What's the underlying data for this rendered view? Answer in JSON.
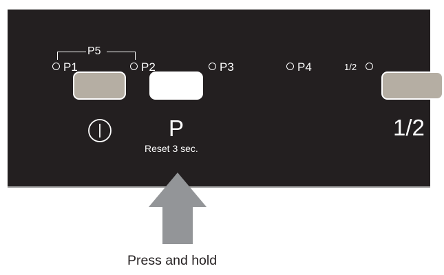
{
  "panel": {
    "leds": {
      "p1": "P1",
      "p2": "P2",
      "p3": "P3",
      "p4": "P4",
      "half": "1/2"
    },
    "group_label": "P5",
    "buttons": {
      "power_icon": "power-icon",
      "program_symbol": "P",
      "program_sublabel": "Reset 3 sec.",
      "half_load_symbol": "1/2"
    }
  },
  "instruction": {
    "arrow_icon": "up-arrow-icon",
    "caption": "Press and hold"
  },
  "colors": {
    "panel": "#231f20",
    "button_grey": "#b5aea3",
    "button_white": "#ffffff",
    "arrow": "#939598"
  }
}
